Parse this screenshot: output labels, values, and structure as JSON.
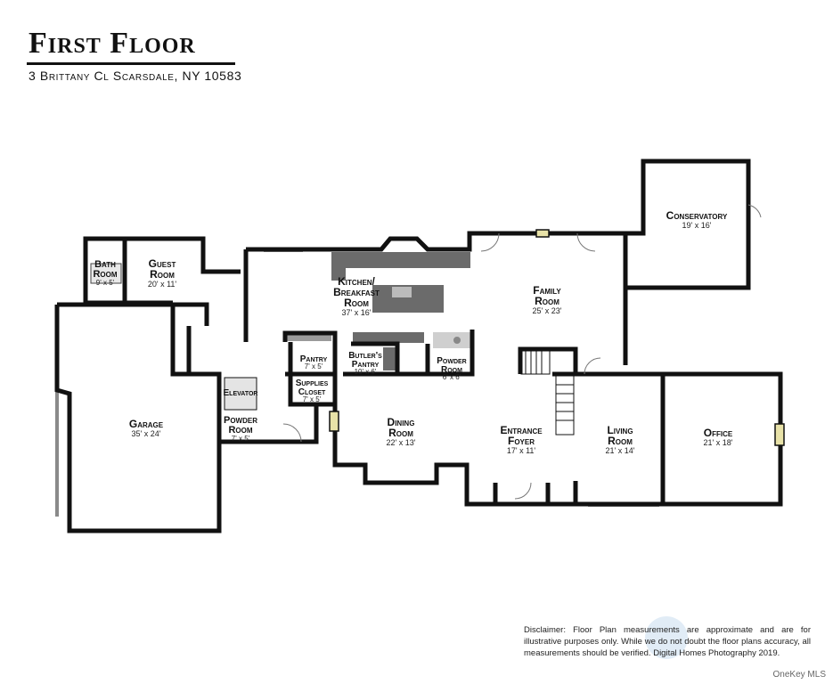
{
  "header": {
    "title": "First Floor",
    "address": "3 Brittany Cl Scarsdale, NY 10583"
  },
  "rooms": [
    {
      "id": "bath",
      "name1": "Bath",
      "name2": "Room",
      "dims": "9' x 5'"
    },
    {
      "id": "guest",
      "name1": "Guest",
      "name2": "Room",
      "dims": "20' x 11'"
    },
    {
      "id": "kitchen",
      "name1": "Kitchen/",
      "name2": "Breakfast",
      "name3": "Room",
      "dims": "37' x 16'"
    },
    {
      "id": "family",
      "name1": "Family",
      "name2": "Room",
      "dims": "25' x 23'"
    },
    {
      "id": "conservatory",
      "name1": "Conservatory",
      "dims": "19' x 16'"
    },
    {
      "id": "pantry",
      "name1": "Pantry",
      "dims": "7' x 5'"
    },
    {
      "id": "butlers",
      "name1": "Butler's",
      "name2": "Pantry",
      "dims": "10' x 6'"
    },
    {
      "id": "powder1",
      "name1": "Powder",
      "name2": "Room",
      "dims": "6' x 6'"
    },
    {
      "id": "supplies",
      "name1": "Supplies",
      "name2": "Closet",
      "dims": "7' x 5'"
    },
    {
      "id": "elevator",
      "name1": "Elevator"
    },
    {
      "id": "garage",
      "name1": "Garage",
      "dims": "35' x 24'"
    },
    {
      "id": "powder2",
      "name1": "Powder",
      "name2": "Room",
      "dims": "7' x 5'"
    },
    {
      "id": "dining",
      "name1": "Dining",
      "name2": "Room",
      "dims": "22' x 13'"
    },
    {
      "id": "foyer",
      "name1": "Entrance",
      "name2": "Foyer",
      "dims": "17' x 11'"
    },
    {
      "id": "living",
      "name1": "Living",
      "name2": "Room",
      "dims": "21' x 14'"
    },
    {
      "id": "office",
      "name1": "Office",
      "dims": "21' x 18'"
    }
  ],
  "footer": {
    "disclaimer": "Disclaimer: Floor Plan measurements are approximate and are for illustrative purposes only. While we do not doubt the floor plans accuracy, all measurements should be verified. Digital Homes Photography 2019.",
    "brand": "OneKey MLS"
  }
}
